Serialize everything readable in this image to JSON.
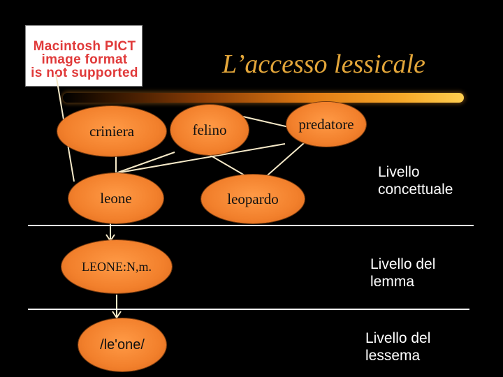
{
  "title": "L’accesso lessicale",
  "pict_placeholder": {
    "lines": [
      "Macintosh PICT",
      "image format",
      "is not supported"
    ]
  },
  "nodes": {
    "criniera": "criniera",
    "felino": "felino",
    "predatore": "predatore",
    "leone": "leone",
    "leopardo": "leopardo",
    "lemma": "LEONE:N,m.",
    "lessema": "/le'one/"
  },
  "levels": {
    "concettuale": [
      "Livello",
      "concettuale"
    ],
    "lemma": [
      "Livello del",
      "lemma"
    ],
    "lessema": [
      "Livello del",
      "lessema"
    ]
  },
  "colors": {
    "background": "#000000",
    "title": "#e3a63a",
    "node_fill": "#f2802c",
    "connector": "#f5e9c8",
    "level_text": "#ffffff",
    "separator": "#ffffff"
  }
}
